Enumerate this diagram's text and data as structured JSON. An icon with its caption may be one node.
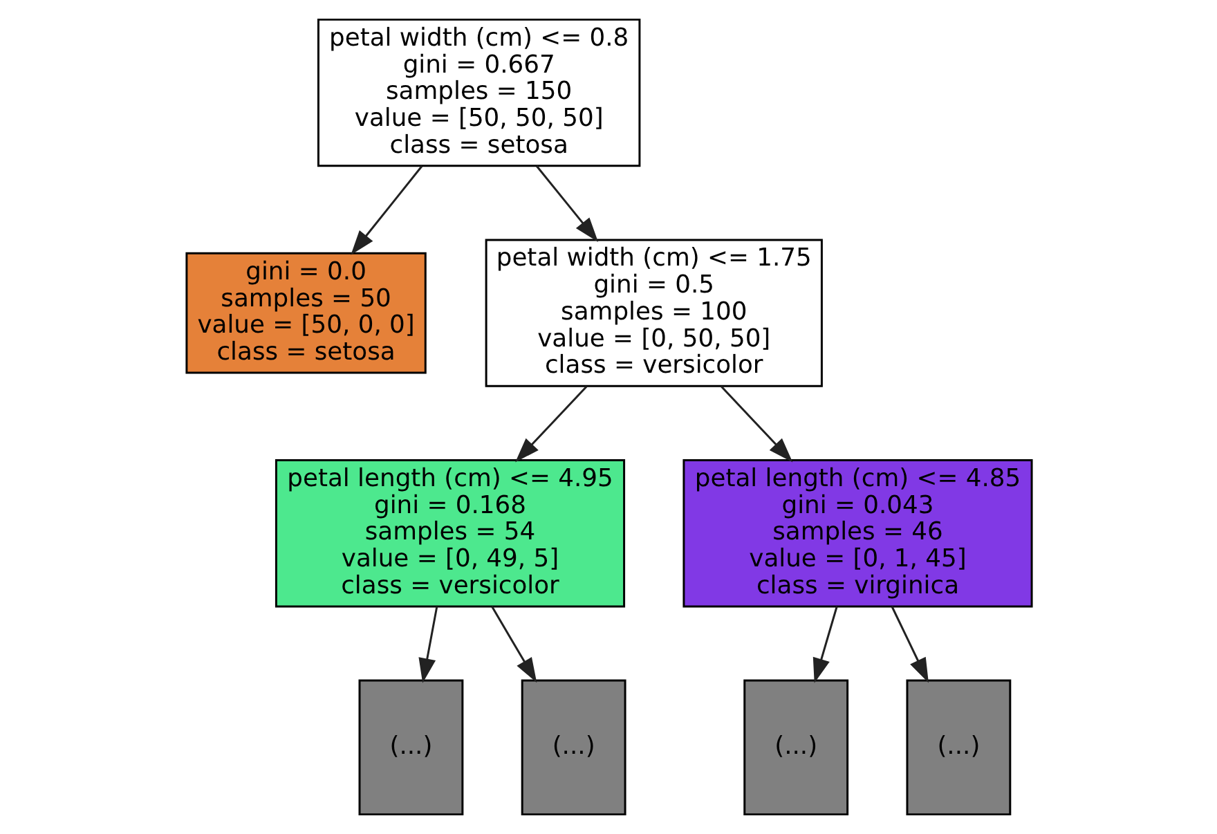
{
  "diagram": {
    "nodes": [
      {
        "text": [
          "petal width (cm) <= 0.8",
          "gini = 0.667",
          "samples = 150",
          "value = [50, 50, 50]",
          "class = setosa"
        ]
      },
      {
        "text": [
          "gini = 0.0",
          "samples = 50",
          "value = [50, 0, 0]",
          "class = setosa"
        ]
      },
      {
        "text": [
          "petal width (cm) <= 1.75",
          "gini = 0.5",
          "samples = 100",
          "value = [0, 50, 50]",
          "class = versicolor"
        ]
      },
      {
        "text": [
          "petal length (cm) <= 4.95",
          "gini = 0.168",
          "samples = 54",
          "value = [0, 49, 5]",
          "class = versicolor"
        ]
      },
      {
        "text": [
          "petal length (cm) <= 4.85",
          "gini = 0.043",
          "samples = 46",
          "value = [0, 1, 45]",
          "class = virginica"
        ]
      },
      {
        "text": [
          "(...)"
        ]
      },
      {
        "text": [
          "(...)"
        ]
      },
      {
        "text": [
          "(...)"
        ]
      },
      {
        "text": [
          "(...)"
        ]
      }
    ],
    "edges": [
      {
        "from": 0,
        "to": 1,
        "arrow": "to"
      },
      {
        "from": 0,
        "to": 2,
        "arrow": "to"
      },
      {
        "from": 2,
        "to": 3,
        "arrow": "to"
      },
      {
        "from": 2,
        "to": 4,
        "arrow": "to"
      },
      {
        "from": 3,
        "to": 5,
        "arrow": "to"
      },
      {
        "from": 3,
        "to": 6,
        "arrow": "to"
      },
      {
        "from": 4,
        "to": 7,
        "arrow": "to"
      },
      {
        "from": 4,
        "to": 8,
        "arrow": "to"
      }
    ]
  }
}
